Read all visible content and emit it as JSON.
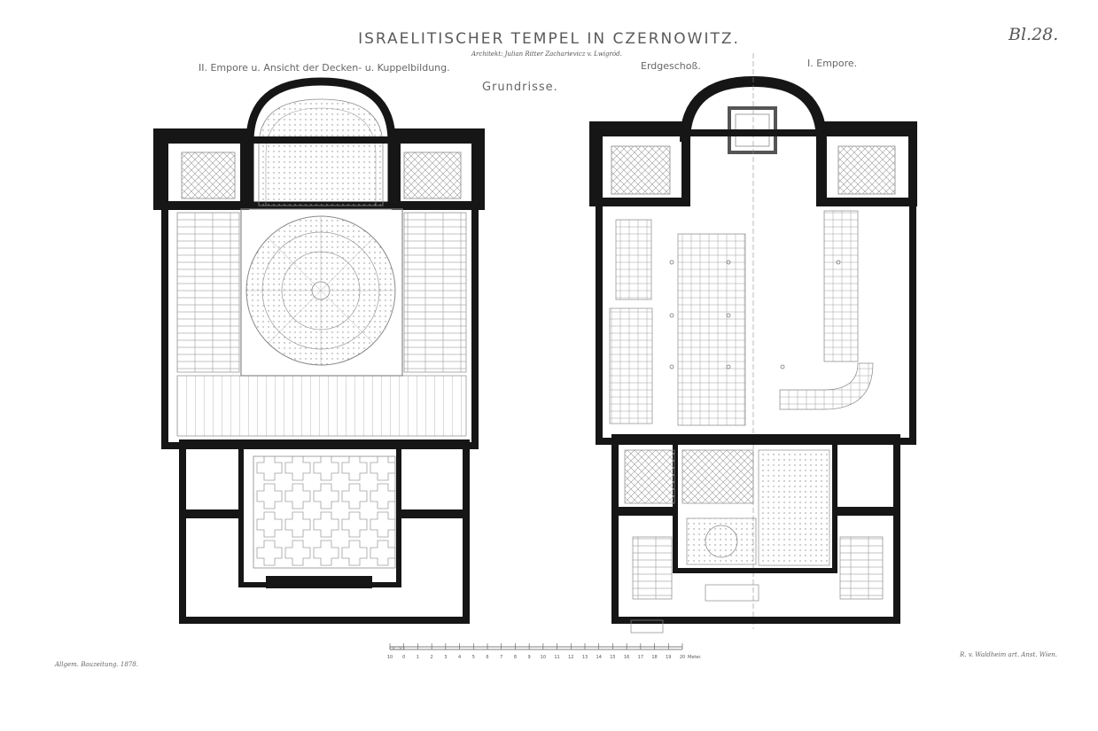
{
  "title": "ISRAELITISCHER TEMPEL IN CZERNOWITZ.",
  "architect": "Architekt: Julian Ritter Zacharievicz v. Lwigród.",
  "sheet_number": "Bl.28.",
  "heading": "Grundrisse.",
  "labels": {
    "upper_gallery": "II. Empore u. Ansicht der Decken- u. Kuppelbildung.",
    "ground_floor": "Erdgeschoß.",
    "first_gallery": "I. Empore."
  },
  "scale": {
    "ticks": [
      "10",
      "0",
      "1",
      "2",
      "3",
      "4",
      "5",
      "6",
      "7",
      "8",
      "9",
      "10",
      "11",
      "12",
      "13",
      "14",
      "15",
      "16",
      "17",
      "18",
      "19",
      "20"
    ],
    "unit": "Meter."
  },
  "footer": {
    "publication": "Allgem. Bauzeitung. 1878.",
    "printer": "R. v. Waldheim art. Anst. Wien."
  },
  "colors": {
    "ink": "#161616",
    "line": "#8a8a8a",
    "paper": "#ffffff"
  }
}
